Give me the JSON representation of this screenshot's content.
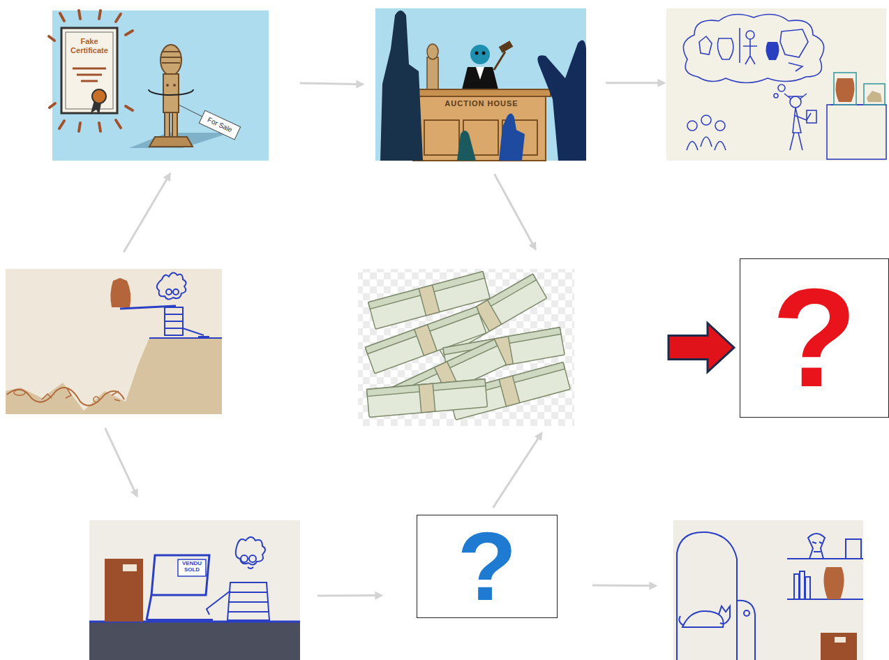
{
  "diagram": {
    "nodes": [
      {
        "text": [
          "Fake Certificate",
          "For Sale"
        ]
      },
      {
        "text": [
          "AUCTION HOUSE"
        ]
      },
      {
        "text": []
      },
      {
        "text": []
      },
      {
        "text": []
      },
      {
        "text": [
          "?"
        ]
      },
      {
        "text": [
          "VENDU SOLD"
        ]
      },
      {
        "text": [
          "?"
        ]
      },
      {
        "text": []
      }
    ],
    "edges": [
      {
        "from": 3,
        "to": 0,
        "arrow": "to"
      },
      {
        "from": 0,
        "to": 1,
        "arrow": "to"
      },
      {
        "from": 1,
        "to": 2,
        "arrow": "to"
      },
      {
        "from": 1,
        "to": 4,
        "arrow": "to"
      },
      {
        "from": 3,
        "to": 6,
        "arrow": "to"
      },
      {
        "from": 6,
        "to": 7,
        "arrow": "to"
      },
      {
        "from": 7,
        "to": 8,
        "arrow": "to"
      },
      {
        "from": 7,
        "to": 4,
        "arrow": "to"
      },
      {
        "from": 4,
        "to": 5,
        "arrow": "to"
      }
    ]
  }
}
